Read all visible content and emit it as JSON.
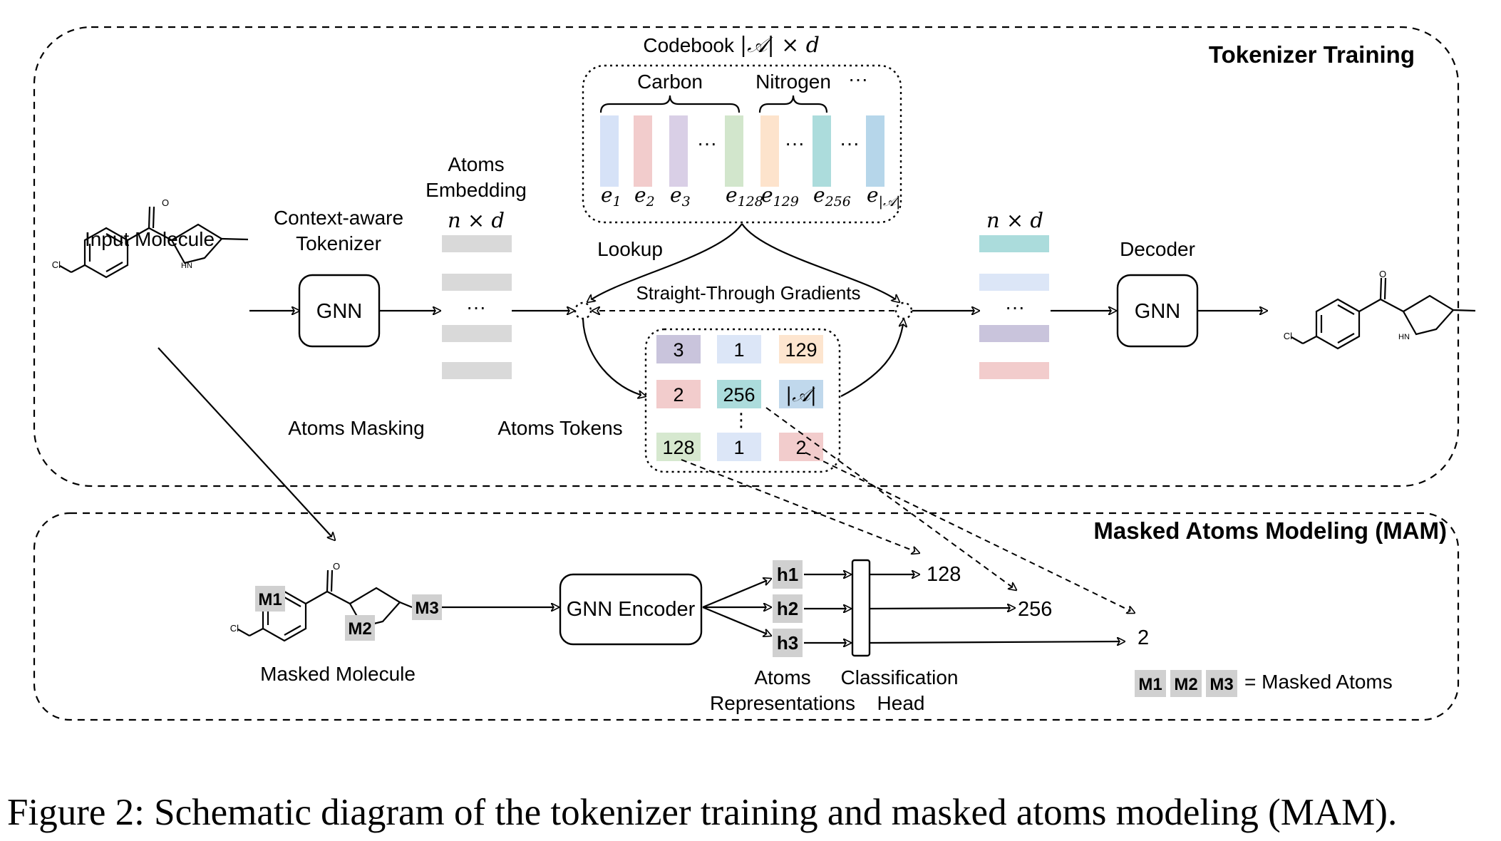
{
  "tokenizer_title": "Tokenizer Training",
  "mam_title": "Masked Atoms Modeling (MAM)",
  "codebook_label": "Codebook",
  "codebook_dims": "|𝒜| × d",
  "carbon_label": "Carbon",
  "nitrogen_label": "Nitrogen",
  "ellipsis": "···",
  "vdots": "⋮",
  "input_molecule_label": "Input Molecule",
  "context_aware_line1": "Context-aware",
  "context_aware_line2": "Tokenizer",
  "gnn_label": "GNN",
  "atoms_embedding_line1": "Atoms",
  "atoms_embedding_line2": "Embedding",
  "n_by_d": "n × d",
  "lookup_label": "Lookup",
  "straight_through_label": "Straight-Through Gradients",
  "decoder_label": "Decoder",
  "atoms_masking_label": "Atoms Masking",
  "atoms_tokens_label": "Atoms Tokens",
  "codebook_vectors": [
    {
      "sub": "1",
      "color": "#d6e2f7"
    },
    {
      "sub": "2",
      "color": "#f2cccc"
    },
    {
      "sub": "3",
      "color": "#d9cfe6"
    },
    {
      "sub": "128",
      "color": "#d2e6cc"
    },
    {
      "sub": "129",
      "color": "#fde3cc"
    },
    {
      "sub": "256",
      "color": "#acdcdc"
    },
    {
      "sub": "|𝒜|",
      "color": "#b6d6ea"
    }
  ],
  "tokens": [
    [
      {
        "text": "3",
        "color": "#c9c4dc"
      },
      {
        "text": "1",
        "color": "#dce6f7"
      },
      {
        "text": "129",
        "color": "#fde5cf"
      }
    ],
    [
      {
        "text": "2",
        "color": "#f2cccc"
      },
      {
        "text": "256",
        "color": "#acdcdc"
      },
      {
        "text": "|𝒜|",
        "color": "#c0d8ec"
      }
    ],
    [
      {
        "text": "128",
        "color": "#d6e8cf"
      },
      {
        "text": "1",
        "color": "#dce6f7"
      },
      {
        "text": "2",
        "color": "#f2cccc"
      }
    ]
  ],
  "embedding_color": "#d9d9d9",
  "decoder_bar_colors": [
    "#abdcdc",
    "#dce6f7",
    "#c9c4dc",
    "#f2cccc"
  ],
  "molecule_atoms": {
    "oxygen": "O",
    "chlorine": "Cl",
    "amine": "HN"
  },
  "masks": {
    "m1": "M1",
    "m2": "M2",
    "m3": "M3"
  },
  "mask_color": "#d0d0d0",
  "gnn_encoder_label": "GNN Encoder",
  "h_labels": [
    "h1",
    "h2",
    "h3"
  ],
  "outputs": [
    "128",
    "256",
    "2"
  ],
  "masked_molecule_label": "Masked Molecule",
  "atoms_repr_line1": "Atoms",
  "atoms_repr_line2": "Representations",
  "classification_line1": "Classification",
  "classification_line2": "Head",
  "legend_suffix": "= Masked Atoms",
  "caption": "Figure 2: Schematic diagram of the tokenizer training and masked atoms modeling (MAM)."
}
